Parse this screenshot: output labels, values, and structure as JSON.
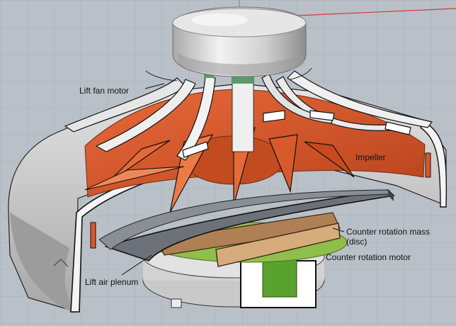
{
  "labels": {
    "lift_fan_motor": "Lift fan motor",
    "impeller": "Impeller",
    "counter_rotation_mass_line1": "Counter rotation mass",
    "counter_rotation_mass_line2": "(disc)",
    "counter_rotation_motor": "Counter rotation motor",
    "lift_air_plenum": "Lift air plenum"
  },
  "colors": {
    "background": "#b9c0c8",
    "grid_line": "#a9b1ba",
    "axis_line": "#d43a3a",
    "shell": "#d6d6d6",
    "shell_shadow": "#9c9c9c",
    "impeller": "#d9582c",
    "impeller_dark": "#a93b18",
    "disc_mass": "#c4986a",
    "motor_green": "#5aa22e",
    "plenum_plate": "#6d727a"
  }
}
